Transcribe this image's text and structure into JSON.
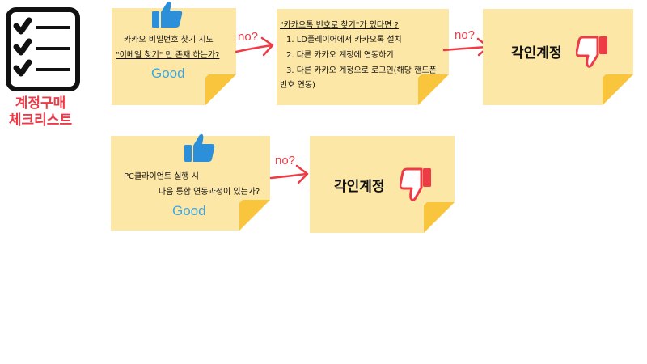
{
  "sidebar": {
    "title_line1": "계정구매",
    "title_line2": "체크리스트",
    "icon": "checklist-icon"
  },
  "step1": {
    "line1": "카카오 비밀번호 찾기 시도",
    "line2": "\"이메일 찾기\" 만 존재 하는가?",
    "good": "Good",
    "no": "no?"
  },
  "step2": {
    "line1": "\"카카오톡 번호로 찾기\"가 있다면 ?",
    "line2": "1.  LD플레이어에서 카카오톡 설치",
    "line3": "2.  다른 카카오 계정에 연동하기",
    "line4": "3. 다른 카카오 계정으로 로그인(해당 핸드폰",
    "line5": "번호 연동)",
    "no": "no?"
  },
  "result1": {
    "label": "각인계정",
    "icon": "thumbs-down-icon"
  },
  "step3": {
    "line1": "PC클라이언트 실행 시",
    "line2": "다음 통합 연동과정이 있는가?",
    "good": "Good",
    "no": "no?"
  },
  "result2": {
    "label": "각인계정",
    "icon": "thumbs-down-icon"
  },
  "colors": {
    "note": "#fde7a6",
    "fold": "#f8c53c",
    "accent_red": "#ef3b46",
    "good_blue": "#39a7e6",
    "thumb_up_blue": "#2b8fd9"
  }
}
